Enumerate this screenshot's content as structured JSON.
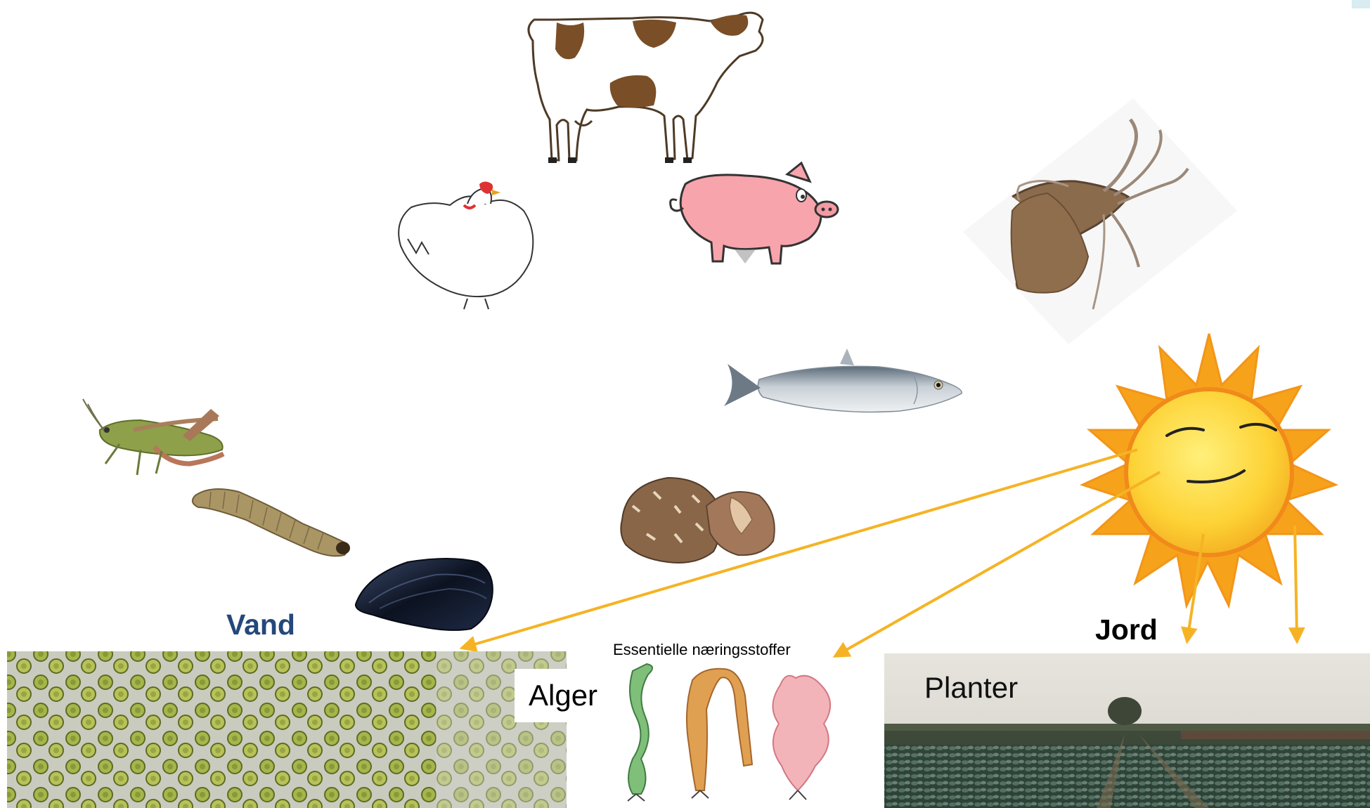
{
  "labels": {
    "vand": "Vand",
    "jord": "Jord",
    "essentielle": "Essentielle næringsstoffer",
    "alger": "Alger",
    "planter": "Planter"
  },
  "colors": {
    "arrow": "#f5b324",
    "vand_text": "#24487a",
    "sun_body": "#fdd235",
    "sun_rays": "#f7a21b"
  },
  "images": [
    "cow-icon",
    "chicken-icon",
    "pig-icon",
    "squid-icon",
    "herring-fish-icon",
    "grasshopper-icon",
    "mealworm-icon",
    "mussel-icon",
    "mushroom-icon",
    "sun-icon",
    "microalgae-photo",
    "seaweed-icon",
    "field-photo"
  ]
}
